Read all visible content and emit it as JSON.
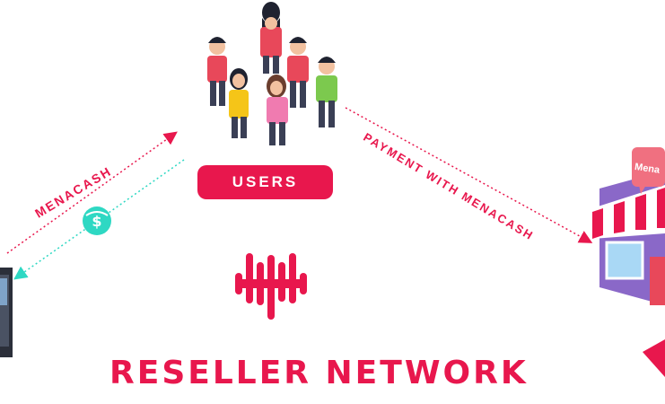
{
  "labels": {
    "users": "USERS",
    "menacash": "MENACASH",
    "payment": "PAYMENT WITH MENACASH",
    "store_sign": "Mena",
    "title": "RESELLER NETWORK"
  },
  "colors": {
    "brand": "#e8174d",
    "teal": "#2ed8c3",
    "store_purple": "#8a68c8"
  },
  "icons": {
    "coin": "dollar-exchange-icon",
    "logo": "menacash-bars-logo"
  }
}
